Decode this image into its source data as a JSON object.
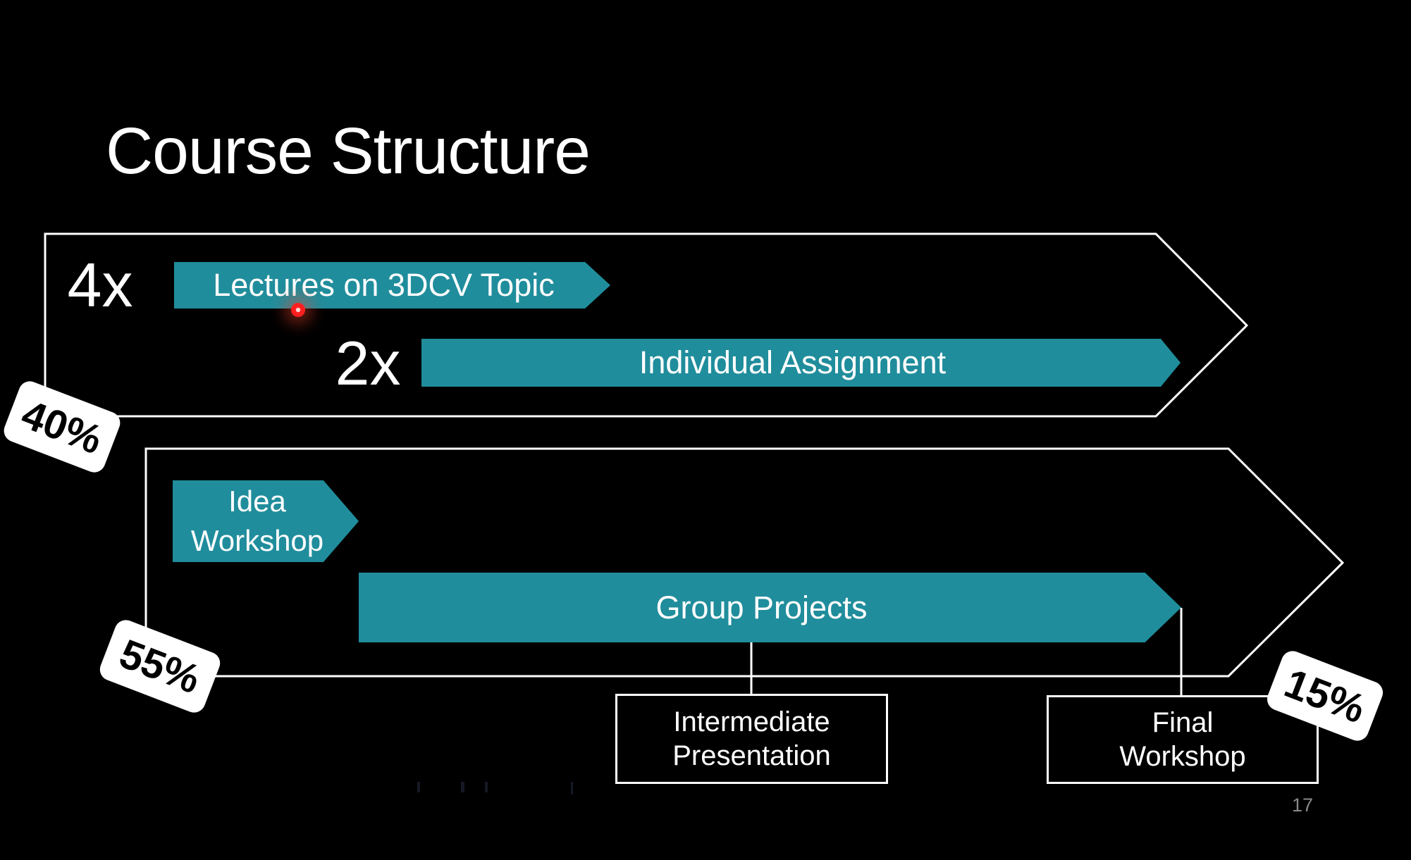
{
  "slide": {
    "title": "Course Structure",
    "page_number": "17"
  },
  "block1": {
    "lectures_multiplier": "4x",
    "lectures_label": "Lectures on 3DCV Topic",
    "assignment_multiplier": "2x",
    "assignment_label": "Individual Assignment",
    "weight_badge": "40%"
  },
  "block2": {
    "idea_label_line1": "Idea",
    "idea_label_line2": "Workshop",
    "group_label": "Group Projects",
    "weight_badge": "55%",
    "final_weight_badge": "15%"
  },
  "deliverables": {
    "intermediate_line1": "Intermediate",
    "intermediate_line2": "Presentation",
    "final_line1": "Final",
    "final_line2": "Workshop"
  },
  "colors": {
    "background": "#000000",
    "teal_fill": "#208D9C",
    "outline_white": "#FFFFFF",
    "badge_bg": "#FFFFFF",
    "badge_text": "#000000",
    "page_number": "#8A8A8A",
    "laser_red": "#FF1F1F"
  }
}
